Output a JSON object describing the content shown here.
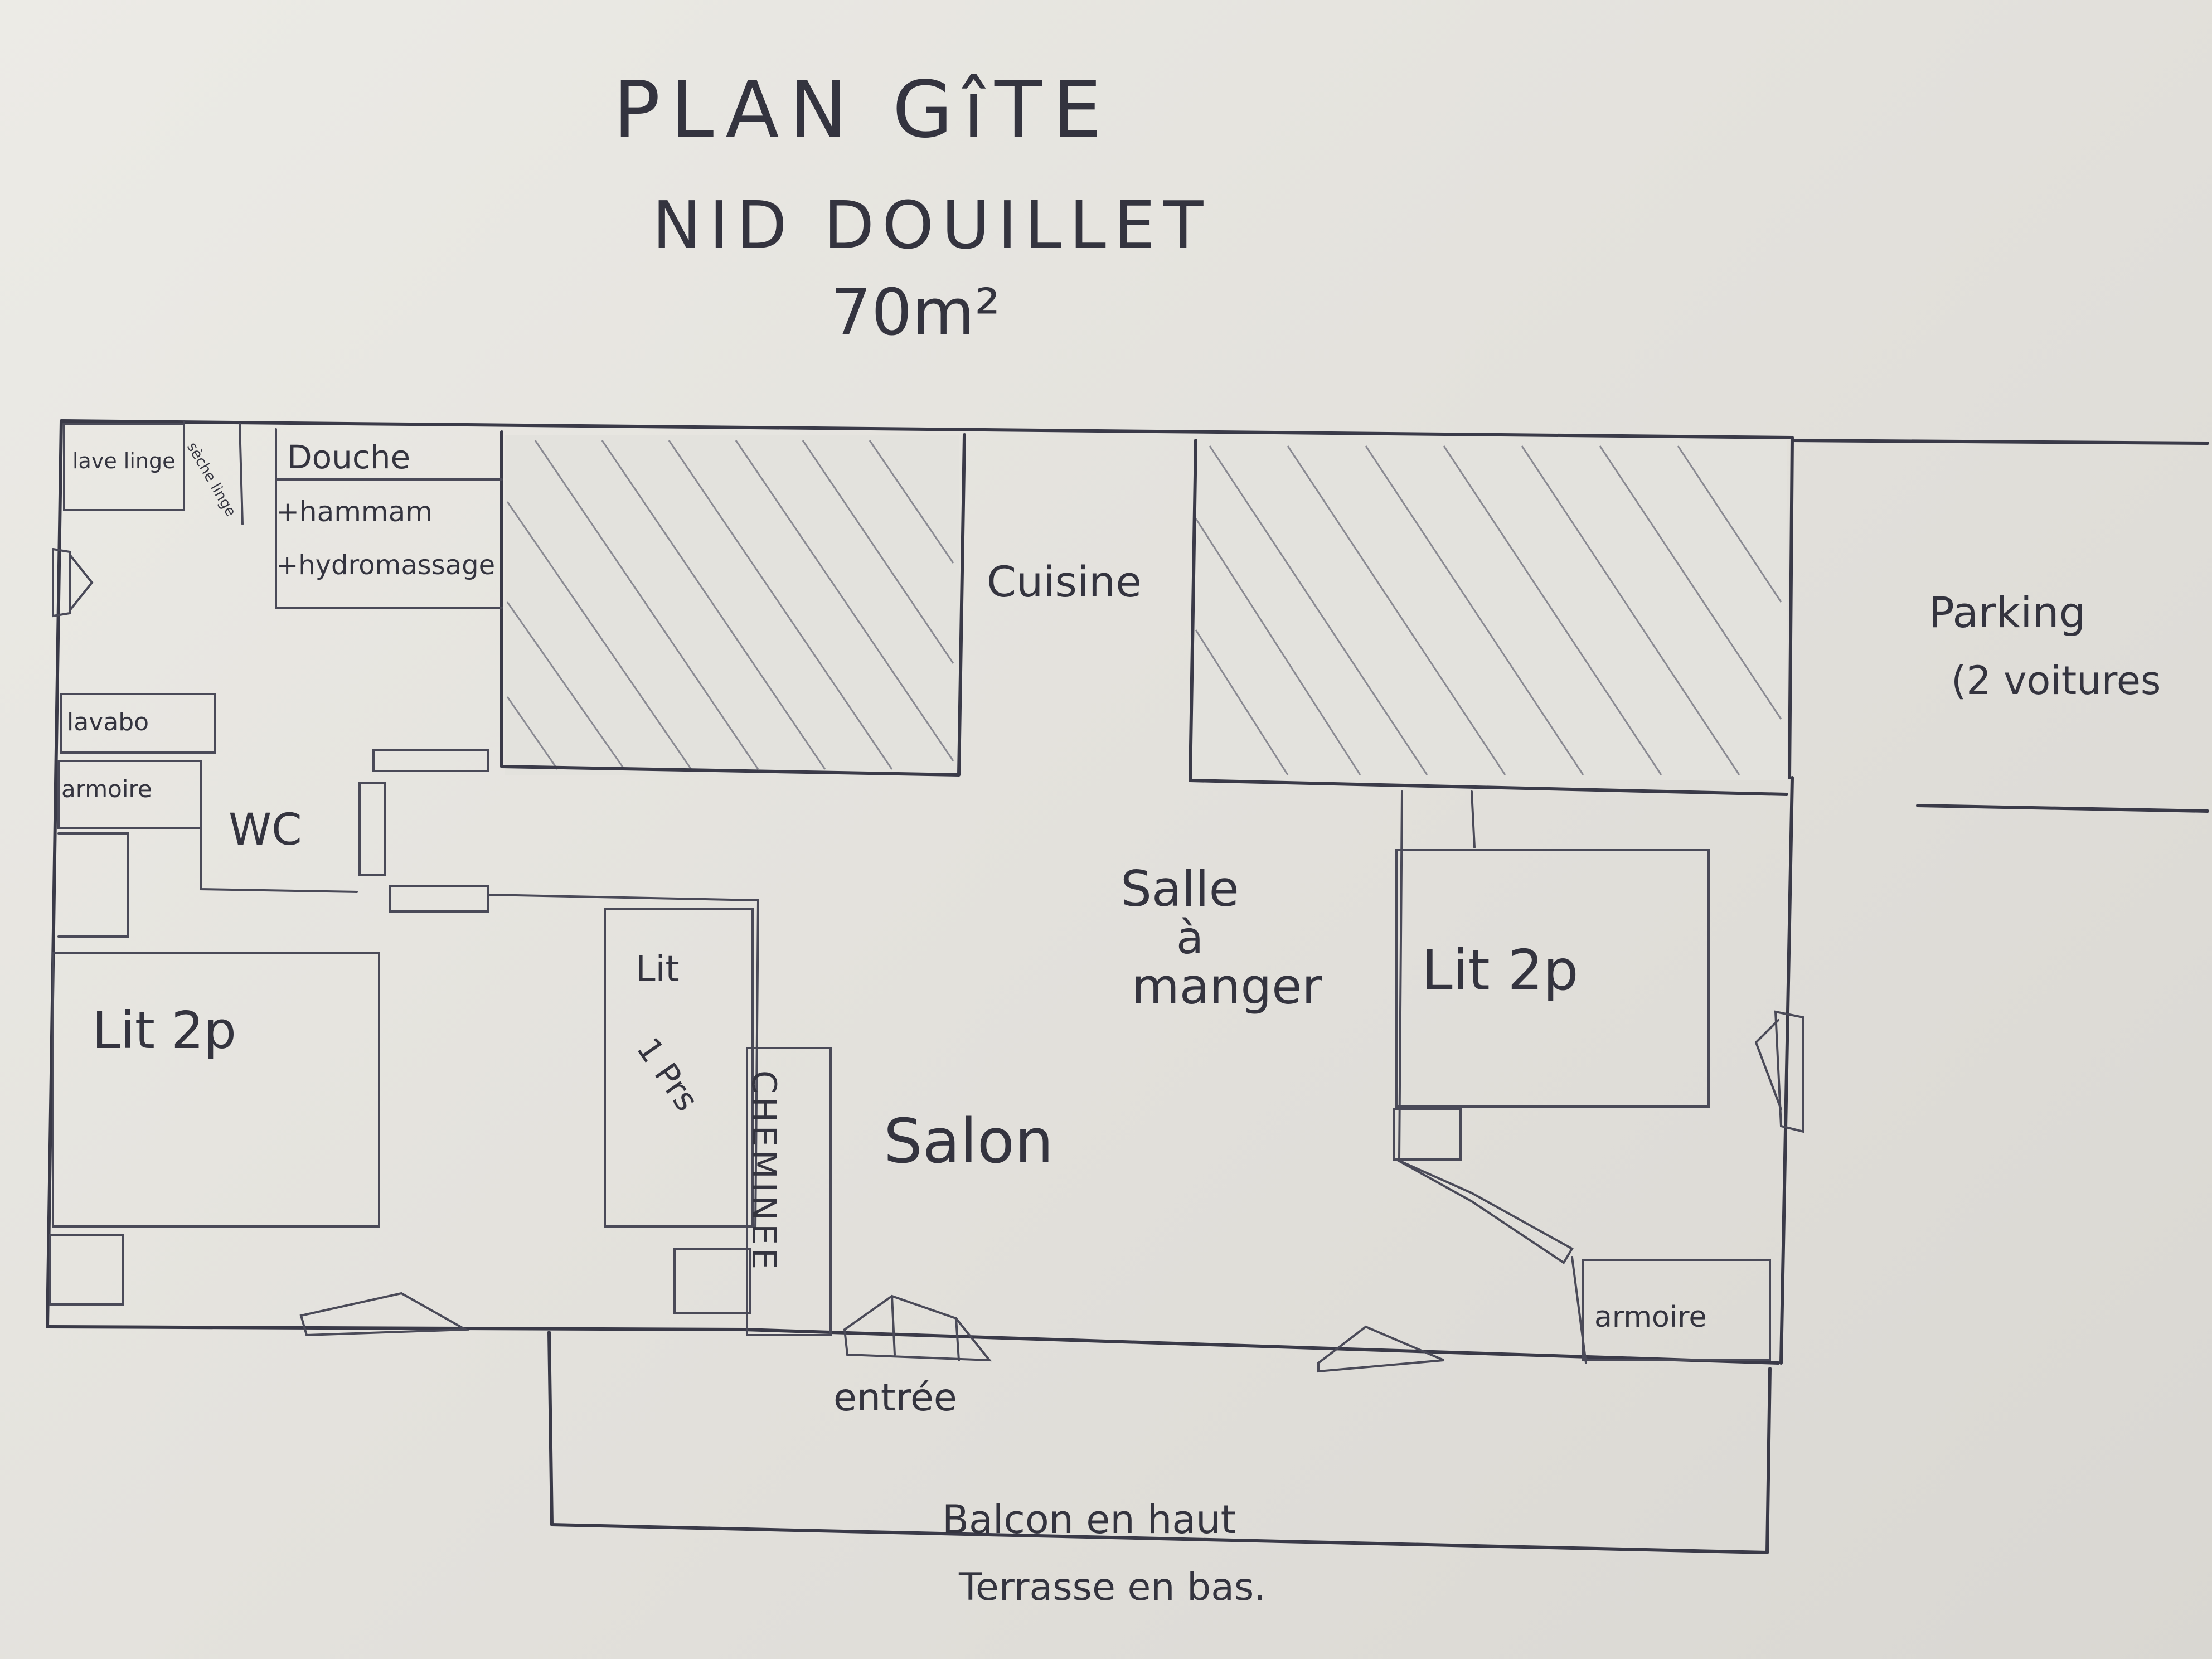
{
  "title": {
    "line1": "PLAN   GîTE",
    "line2": "NID DOUILLET",
    "area": "70m²"
  },
  "rooms": {
    "lave_linge": "lave linge",
    "seche_linge": "sèche linge",
    "douche": "Douche",
    "hammam": "+hammam",
    "hydromassage": "+hydromassage",
    "cuisine": "Cuisine",
    "parking_line1": "Parking",
    "parking_line2": "(2 voitures",
    "lavabo": "lavabo",
    "armoire_wc": "armoire",
    "wc": "WC",
    "lit_2p_left": "Lit 2p",
    "lit_1p_line1": "Lit",
    "lit_1p_line2": "1 Prs",
    "cheminee": "CHEMINEE",
    "salon": "Salon",
    "salle_line1": "Salle",
    "salle_line2": "à",
    "salle_line3": "manger",
    "lit_2p_right": "Lit 2p",
    "armoire_right": "armoire",
    "entree": "entrée",
    "balcon": "Balcon en haut",
    "terrasse": "Terrasse en bas."
  },
  "colors": {
    "paper": "#e8e6e1",
    "ink": "#3a3a48"
  }
}
